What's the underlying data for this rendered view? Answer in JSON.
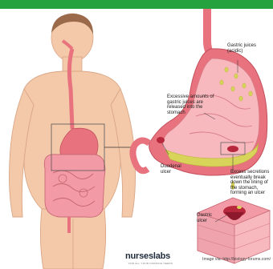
{
  "labels": {
    "gastric_juices": "Gastric juices (acidic)",
    "excessive": "Excessive amounts of gastric juices are released into the stomach",
    "duodenal": "Duodenal ulcer",
    "excess_secretions": "Excess secretions eventually break down the lining of the stomach, forming an ulcer",
    "gastric_ulcer": "Gastric ulcer"
  },
  "logo": {
    "prefix": "nurses",
    "suffix": "labs",
    "tagline": "FOR ALL YOUR NURSING NEEDS"
  },
  "credit": "Image via: http://biology-forums.com/",
  "colors": {
    "top_bar": "#25A23E",
    "skin": "#F3C9A9",
    "stomach": "#E8737E",
    "stomach_lining": "#F7B9BE",
    "gastric_juice": "#D8D45A",
    "intestine": "#F29AA5",
    "ulcer": "#B8283D"
  }
}
